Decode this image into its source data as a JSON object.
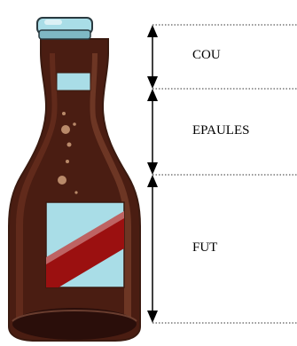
{
  "labels": {
    "neck": "COU",
    "shoulders": "EPAULES",
    "body": "FUT"
  },
  "colors": {
    "glass_dark": "#4a1d12",
    "glass_mid": "#6b3020",
    "glass_light": "#8a4a33",
    "cap": "#a9dde7",
    "cap_outline": "#2a3a40",
    "label_light": "#a9dde7",
    "label_red": "#9b1010",
    "base": "#2a0e0a",
    "outline": "#3a1a10",
    "bubble": "#b98a6a"
  }
}
